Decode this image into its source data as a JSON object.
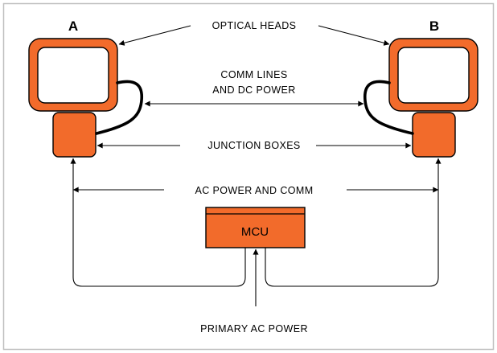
{
  "diagram": {
    "head_a_label": "A",
    "head_b_label": "B",
    "optical_heads_label": "OPTICAL HEADS",
    "comm_lines_label_1": "COMM LINES",
    "comm_lines_label_2": "AND DC POWER",
    "junction_boxes_label": "JUNCTION BOXES",
    "ac_power_comm_label": "AC POWER AND COMM",
    "mcu_label": "MCU",
    "primary_ac_power_label": "PRIMARY AC POWER",
    "colors": {
      "component_fill": "#f26b2b",
      "frame_border": "#bfbfbf",
      "line": "#000000"
    }
  }
}
